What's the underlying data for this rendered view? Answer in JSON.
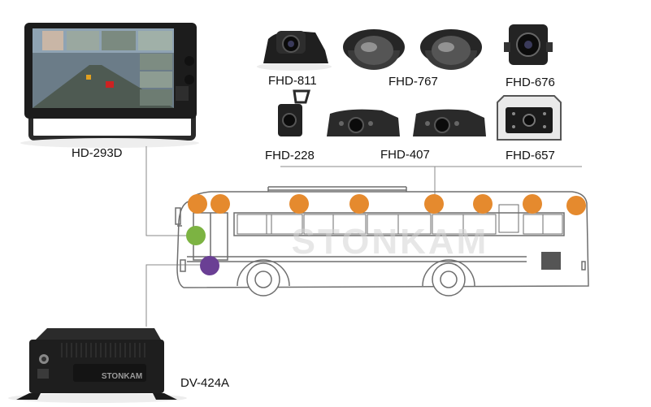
{
  "devices": {
    "monitor": {
      "label": "HD-293D"
    },
    "dvr": {
      "label": "DV-424A",
      "brand": "STONKAM"
    },
    "cameras": [
      {
        "label": "FHD-811",
        "icon": "dome-bracket-camera-icon"
      },
      {
        "label": "FHD-767",
        "icon": "dome-camera-icon"
      },
      {
        "label": "FHD-767",
        "icon": "dome-camera-icon"
      },
      {
        "label": "FHD-676",
        "icon": "side-camera-icon"
      },
      {
        "label": "FHD-228",
        "icon": "mini-bracket-camera-icon"
      },
      {
        "label": "FHD-407",
        "icon": "wedge-camera-icon"
      },
      {
        "label": "FHD-407",
        "icon": "wedge-camera-icon"
      },
      {
        "label": "FHD-657",
        "icon": "box-camera-icon"
      }
    ]
  },
  "bus": {
    "watermark": "STONKAM"
  },
  "colors": {
    "camera_marker": "#e58a2e",
    "monitor_marker": "#7cb342",
    "dvr_marker": "#6a3f94",
    "line": "#8a8a8a",
    "bus_outline": "#6e6e6e"
  }
}
